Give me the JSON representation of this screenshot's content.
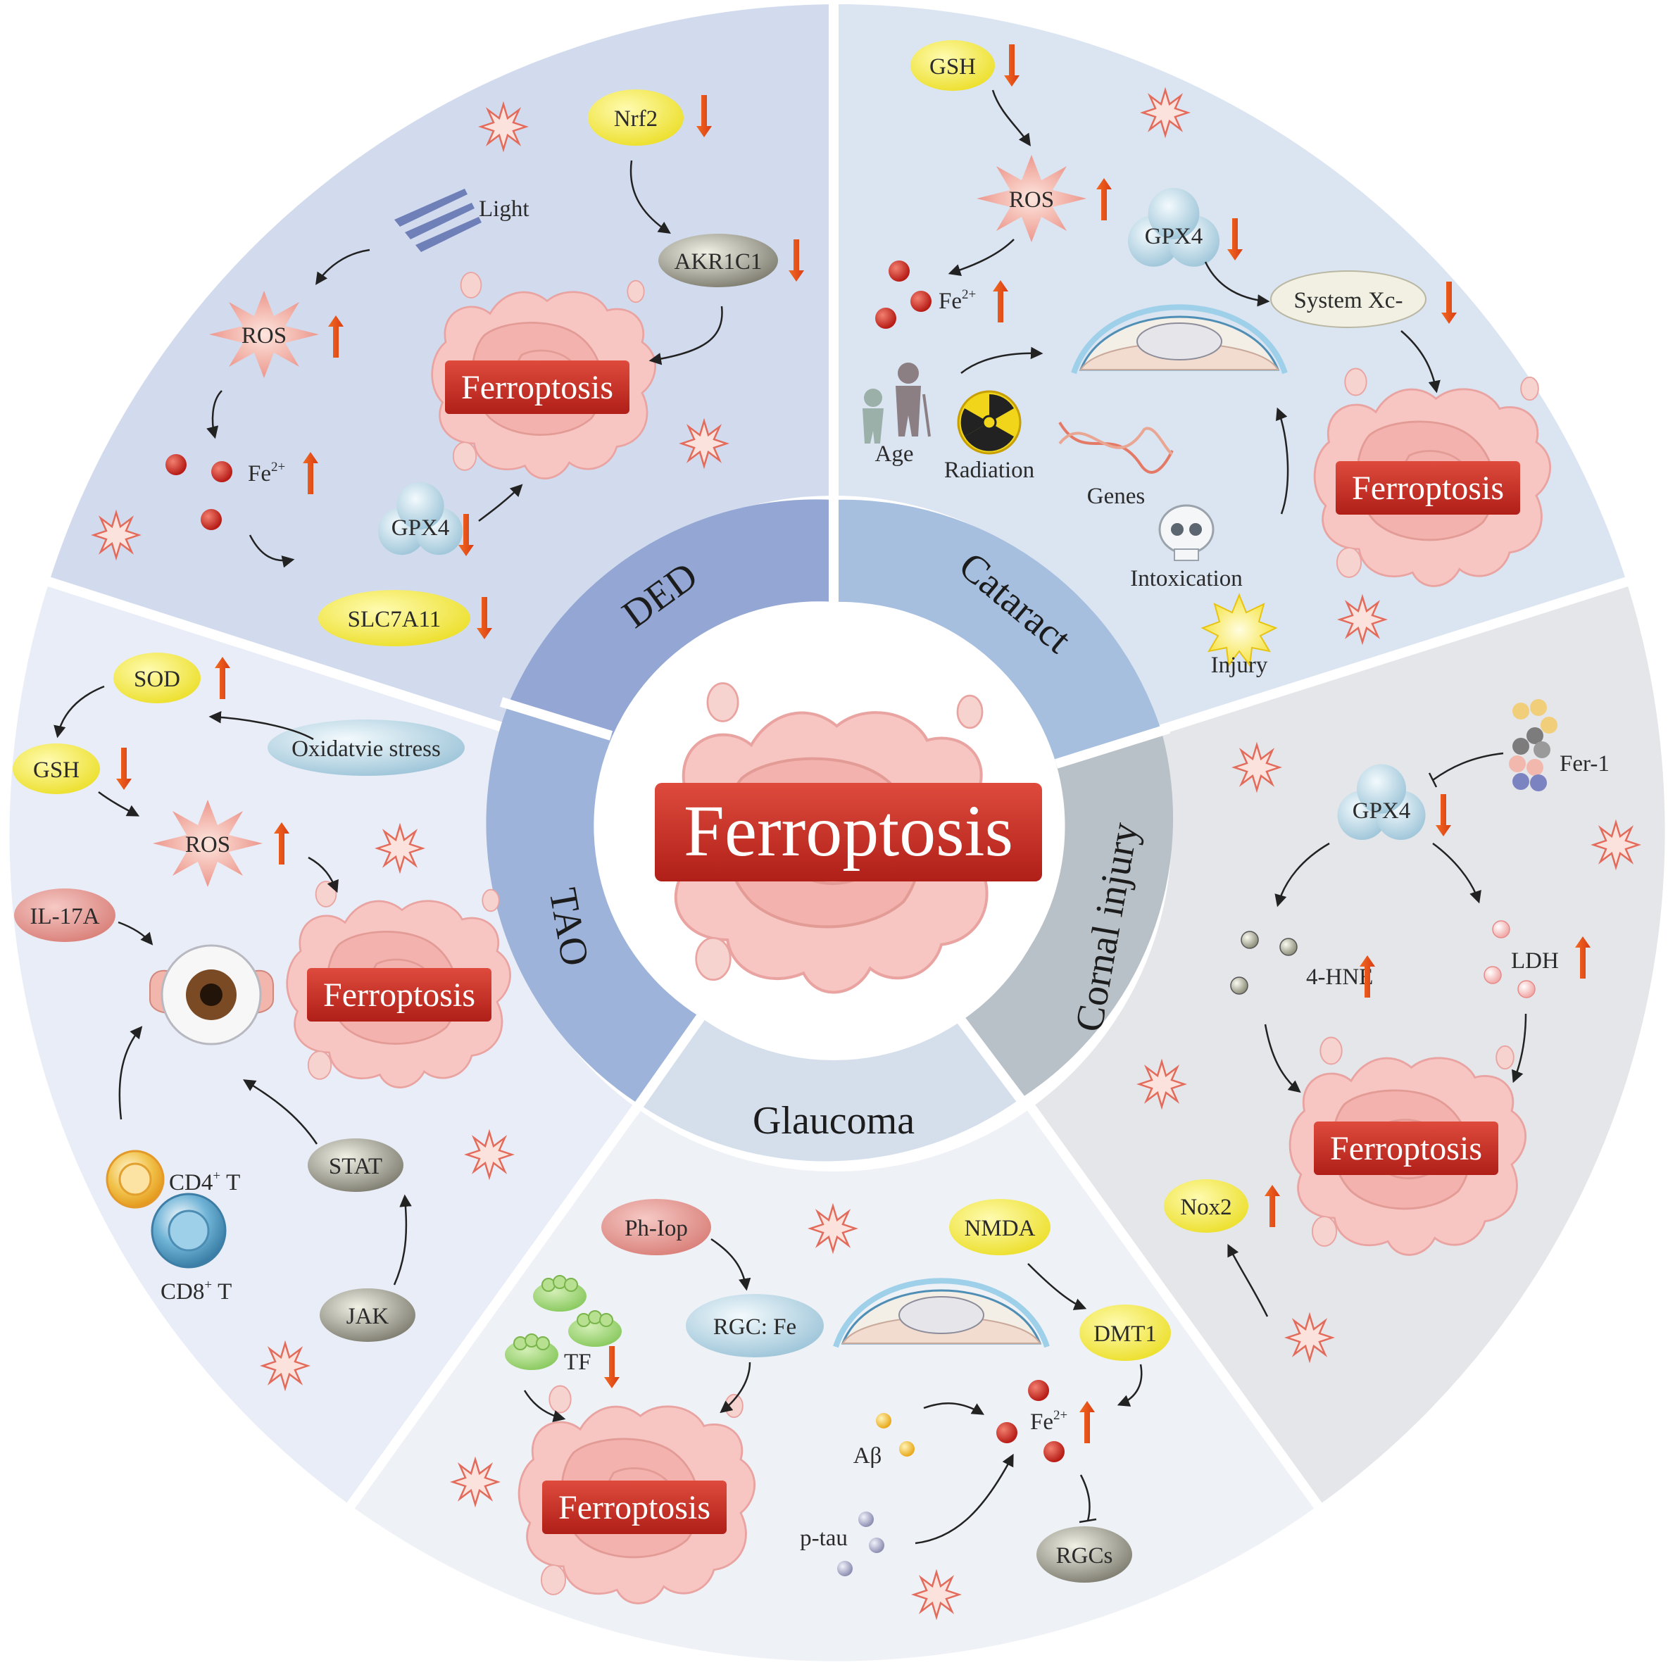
{
  "center": {
    "label": "Ferroptosis"
  },
  "ring": {
    "ded": "DED",
    "cataract": "Cataract",
    "corneal": "Cornal injury",
    "glaucoma": "Glaucoma",
    "tao": "TAO"
  },
  "ded": {
    "nrf2": "Nrf2",
    "akr1c1": "AKR1C1",
    "light": "Light",
    "ros": "ROS",
    "fe": "Fe",
    "fe_sup": "2+",
    "gpx4": "GPX4",
    "slc7a11": "SLC7A11",
    "ferroptosis": "Ferroptosis"
  },
  "cataract": {
    "gsh": "GSH",
    "ros": "ROS",
    "gpx4": "GPX4",
    "fe": "Fe",
    "fe_sup": "2+",
    "system_xc": "System Xc-",
    "age": "Age",
    "radiation": "Radiation",
    "genes": "Genes",
    "intoxication": "Intoxication",
    "injury": "Injury",
    "ferroptosis": "Ferroptosis"
  },
  "corneal": {
    "fer1": "Fer-1",
    "gpx4": "GPX4",
    "hne": "4-HNE",
    "ldh": "LDH",
    "nox2": "Nox2",
    "ferroptosis": "Ferroptosis"
  },
  "glaucoma": {
    "phiop": "Ph-Iop",
    "nmda": "NMDA",
    "rgcfe": "RGC: Fe",
    "dmt1": "DMT1",
    "tf": "TF",
    "abeta": "Aβ",
    "fe": "Fe",
    "fe_sup": "2+",
    "ptau": "p-tau",
    "rgcs": "RGCs",
    "ferroptosis": "Ferroptosis"
  },
  "tao": {
    "sod": "SOD",
    "oxidative": "Oxidatvie stress",
    "gsh": "GSH",
    "ros": "ROS",
    "il17a": "IL-17A",
    "stat": "STAT",
    "jak": "JAK",
    "cd4": "CD4",
    "cd4_sup": "+",
    "cd8": "CD8",
    "cd8_sup": "+",
    "t": "T",
    "ferroptosis": "Ferroptosis"
  }
}
